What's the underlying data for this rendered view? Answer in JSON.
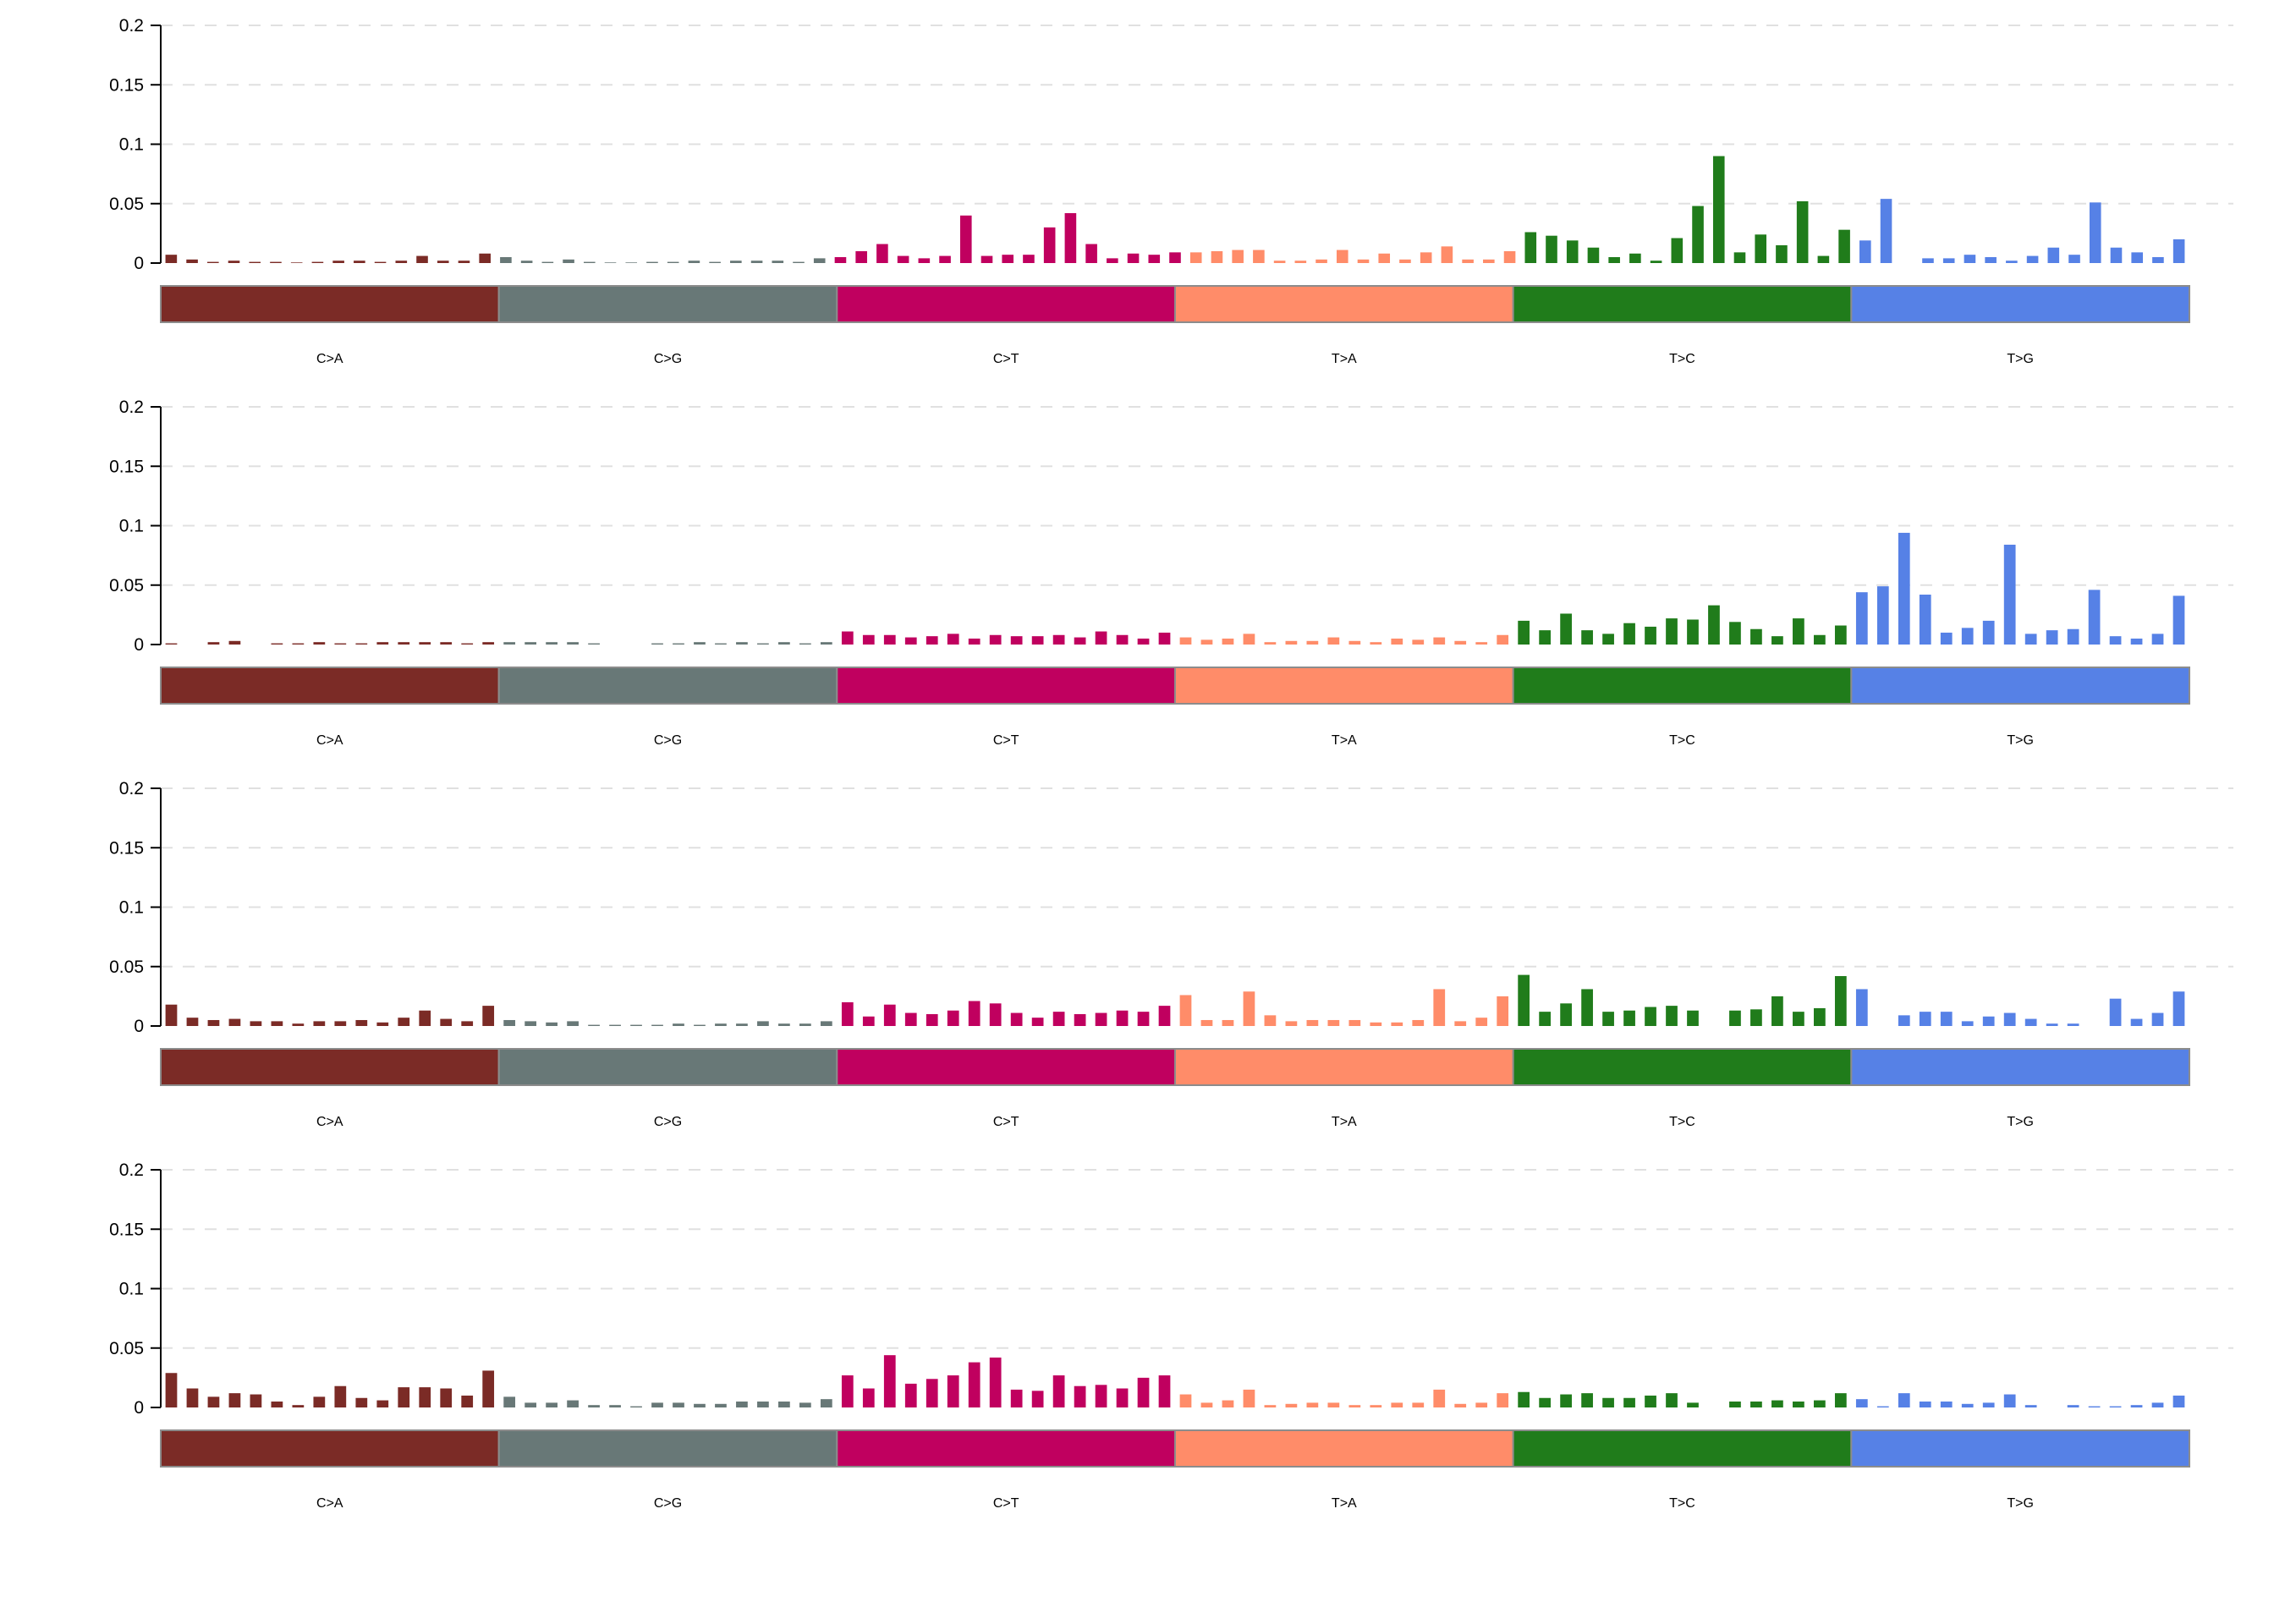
{
  "colors": {
    "C>A": "#7B2B26",
    "C>G": "#687877",
    "C>T": "#C0005F",
    "T>A": "#FF8C69",
    "T>C": "#207C1B",
    "T>G": "#5681E6"
  },
  "chart_data": [
    {
      "type": "bar",
      "ylim": [
        0,
        0.2
      ],
      "yticks": [
        "0",
        "0.05",
        "0.1",
        "0.15",
        "0.2"
      ],
      "grid": true,
      "categories": [
        "C>A",
        "C>G",
        "C>T",
        "T>A",
        "T>C",
        "T>G"
      ],
      "series": [
        {
          "values": [
            0.007,
            0.003,
            0.001,
            0.002,
            0.001,
            0.001,
            0.0005,
            0.001,
            0.002,
            0.002,
            0.001,
            0.002,
            0.006,
            0.002,
            0.002,
            0.008
          ]
        },
        {
          "values": [
            0.005,
            0.002,
            0.001,
            0.003,
            0.001,
            0.0005,
            0.0005,
            0.001,
            0.001,
            0.002,
            0.001,
            0.002,
            0.002,
            0.002,
            0.001,
            0.004
          ]
        },
        {
          "values": [
            0.005,
            0.01,
            0.016,
            0.006,
            0.004,
            0.006,
            0.04,
            0.006,
            0.007,
            0.007,
            0.03,
            0.042,
            0.016,
            0.004,
            0.008,
            0.007,
            0.009
          ]
        },
        {
          "values": [
            0.009,
            0.01,
            0.011,
            0.011,
            0.002,
            0.002,
            0.003,
            0.011,
            0.003,
            0.008,
            0.003,
            0.009,
            0.014,
            0.003,
            0.003,
            0.01
          ]
        },
        {
          "values": [
            0.026,
            0.023,
            0.019,
            0.013,
            0.005,
            0.008,
            0.002,
            0.021,
            0.048,
            0.09,
            0.009,
            0.024,
            0.015,
            0.052,
            0.006,
            0.028
          ]
        },
        {
          "values": [
            0.019,
            0.054,
            0,
            0.004,
            0.004,
            0.007,
            0.005,
            0.002,
            0.006,
            0.013,
            0.007,
            0.051,
            0.013,
            0.009,
            0.005,
            0.02
          ]
        }
      ]
    },
    {
      "type": "bar",
      "ylim": [
        0,
        0.2
      ],
      "yticks": [
        "0",
        "0.05",
        "0.1",
        "0.15",
        "0.2"
      ],
      "grid": true,
      "categories": [
        "C>A",
        "C>G",
        "C>T",
        "T>A",
        "T>C",
        "T>G"
      ],
      "series": [
        {
          "values": [
            0.001,
            0,
            0.002,
            0.003,
            0,
            0.001,
            0.001,
            0.002,
            0.001,
            0.001,
            0.002,
            0.002,
            0.002,
            0.002,
            0.001,
            0.002
          ]
        },
        {
          "values": [
            0.002,
            0.002,
            0.002,
            0.002,
            0.001,
            0,
            0,
            0.001,
            0.001,
            0.002,
            0.001,
            0.002,
            0.001,
            0.002,
            0.001,
            0.002
          ]
        },
        {
          "values": [
            0.011,
            0.008,
            0.008,
            0.006,
            0.007,
            0.009,
            0.005,
            0.008,
            0.007,
            0.007,
            0.008,
            0.006,
            0.011,
            0.008,
            0.005,
            0.01
          ]
        },
        {
          "values": [
            0.006,
            0.004,
            0.005,
            0.009,
            0.002,
            0.003,
            0.003,
            0.006,
            0.003,
            0.002,
            0.005,
            0.004,
            0.006,
            0.003,
            0.002,
            0.008
          ]
        },
        {
          "values": [
            0.02,
            0.012,
            0.026,
            0.012,
            0.009,
            0.018,
            0.015,
            0.022,
            0.021,
            0.033,
            0.019,
            0.013,
            0.007,
            0.022,
            0.008,
            0.016
          ]
        },
        {
          "values": [
            0.044,
            0.049,
            0.094,
            0.042,
            0.01,
            0.014,
            0.02,
            0.084,
            0.009,
            0.012,
            0.013,
            0.046,
            0.007,
            0.005,
            0.009,
            0.041
          ]
        }
      ]
    },
    {
      "type": "bar",
      "ylim": [
        0,
        0.2
      ],
      "yticks": [
        "0",
        "0.05",
        "0.1",
        "0.15",
        "0.2"
      ],
      "grid": true,
      "categories": [
        "C>A",
        "C>G",
        "C>T",
        "T>A",
        "T>C",
        "T>G"
      ],
      "series": [
        {
          "values": [
            0.018,
            0.007,
            0.005,
            0.006,
            0.004,
            0.004,
            0.002,
            0.004,
            0.004,
            0.005,
            0.003,
            0.007,
            0.013,
            0.006,
            0.004,
            0.017
          ]
        },
        {
          "values": [
            0.005,
            0.004,
            0.003,
            0.004,
            0.001,
            0.001,
            0.001,
            0.001,
            0.002,
            0.001,
            0.002,
            0.002,
            0.004,
            0.002,
            0.002,
            0.004
          ]
        },
        {
          "values": [
            0.02,
            0.008,
            0.018,
            0.011,
            0.01,
            0.013,
            0.021,
            0.019,
            0.011,
            0.007,
            0.012,
            0.01,
            0.011,
            0.013,
            0.012,
            0.017
          ]
        },
        {
          "values": [
            0.026,
            0.005,
            0.005,
            0.029,
            0.009,
            0.004,
            0.005,
            0.005,
            0.005,
            0.003,
            0.003,
            0.005,
            0.031,
            0.004,
            0.007,
            0.025
          ]
        },
        {
          "values": [
            0.043,
            0.012,
            0.019,
            0.031,
            0.012,
            0.013,
            0.016,
            0.017,
            0.013,
            0,
            0.013,
            0.014,
            0.025,
            0.012,
            0.015,
            0.042
          ]
        },
        {
          "values": [
            0.031,
            0,
            0.009,
            0.012,
            0.012,
            0.004,
            0.008,
            0.011,
            0.006,
            0.002,
            0.002,
            0,
            0.023,
            0.006,
            0.011,
            0.029
          ]
        }
      ]
    },
    {
      "type": "bar",
      "ylim": [
        0,
        0.2
      ],
      "yticks": [
        "0",
        "0.05",
        "0.1",
        "0.15",
        "0.2"
      ],
      "grid": true,
      "categories": [
        "C>A",
        "C>G",
        "C>T",
        "T>A",
        "T>C",
        "T>G"
      ],
      "series": [
        {
          "values": [
            0.029,
            0.016,
            0.009,
            0.012,
            0.011,
            0.005,
            0.002,
            0.009,
            0.018,
            0.008,
            0.006,
            0.017,
            0.017,
            0.016,
            0.01,
            0.031
          ]
        },
        {
          "values": [
            0.009,
            0.004,
            0.004,
            0.006,
            0.002,
            0.002,
            0.001,
            0.004,
            0.004,
            0.003,
            0.003,
            0.005,
            0.005,
            0.005,
            0.004,
            0.007
          ]
        },
        {
          "values": [
            0.027,
            0.016,
            0.044,
            0.02,
            0.024,
            0.027,
            0.038,
            0.042,
            0.015,
            0.014,
            0.027,
            0.018,
            0.019,
            0.016,
            0.025,
            0.027
          ]
        },
        {
          "values": [
            0.011,
            0.004,
            0.006,
            0.015,
            0.002,
            0.003,
            0.004,
            0.004,
            0.002,
            0.002,
            0.004,
            0.004,
            0.015,
            0.003,
            0.004,
            0.012
          ]
        },
        {
          "values": [
            0.013,
            0.008,
            0.011,
            0.012,
            0.008,
            0.008,
            0.01,
            0.012,
            0.004,
            0,
            0.005,
            0.005,
            0.006,
            0.005,
            0.006,
            0.012
          ]
        },
        {
          "values": [
            0.007,
            0.001,
            0.012,
            0.005,
            0.005,
            0.003,
            0.004,
            0.011,
            0.002,
            0,
            0.002,
            0.001,
            0.001,
            0.002,
            0.004,
            0.01
          ]
        }
      ]
    }
  ]
}
